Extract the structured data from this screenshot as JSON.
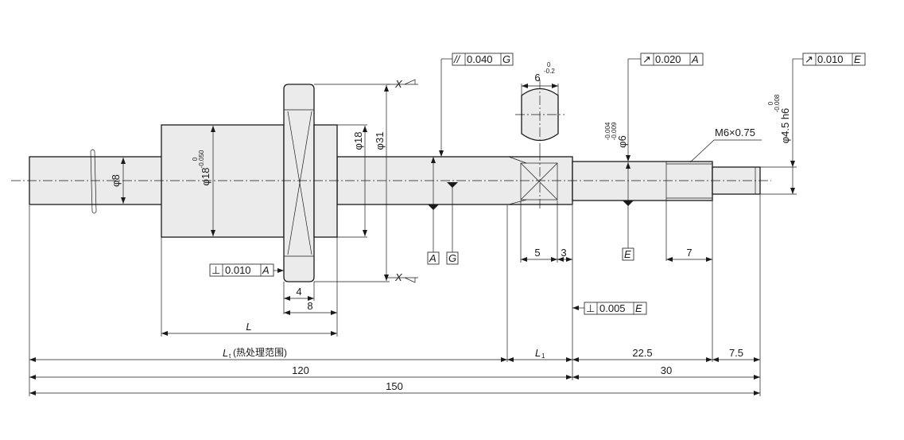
{
  "drawing": {
    "gtol": {
      "parallel_main": {
        "symbol": "//",
        "value": "0.040",
        "datum": "G"
      },
      "runout_journal": {
        "symbol": "↗",
        "value": "0.020",
        "datum": "A"
      },
      "runout_end": {
        "symbol": "↗",
        "value": "0.010",
        "datum": "E"
      },
      "perp_flange": {
        "symbol": "⊥",
        "value": "0.010",
        "datum": "A"
      },
      "perp_shoulder": {
        "symbol": "⊥",
        "value": "0.005",
        "datum": "E"
      }
    },
    "datums": {
      "a": "A",
      "g": "G",
      "e": "E"
    },
    "section_marks": {
      "top": "X",
      "bottom": "X"
    },
    "dims": {
      "phi8": "φ8",
      "phi18_nut": "φ18",
      "phi18_nut_tol_upper": "0",
      "phi18_nut_tol_lower": "-0.050",
      "phi18_flange": "φ18",
      "phi31": "φ31",
      "flat_width": "6",
      "flat_tol_upper": "0",
      "flat_tol_lower": "-0.2",
      "phi6": "φ6",
      "phi6_tol_upper": "-0.004",
      "phi6_tol_lower": "-0.009",
      "phi45": "φ4.5 h6",
      "phi45_tol_upper": "0",
      "phi45_tol_lower": "-0.008",
      "thread": "M6×0.75",
      "d5": "5",
      "d3": "3",
      "d7": "7",
      "d4": "4",
      "d8": "8",
      "L": "L",
      "Lt": "L",
      "Lt_sub": "t",
      "Lt_note": "(热处理范围)",
      "L1": "L",
      "L1_sub": "1",
      "d22_5": "22.5",
      "d7_5": "7.5",
      "d120": "120",
      "d30": "30",
      "d150": "150"
    }
  }
}
